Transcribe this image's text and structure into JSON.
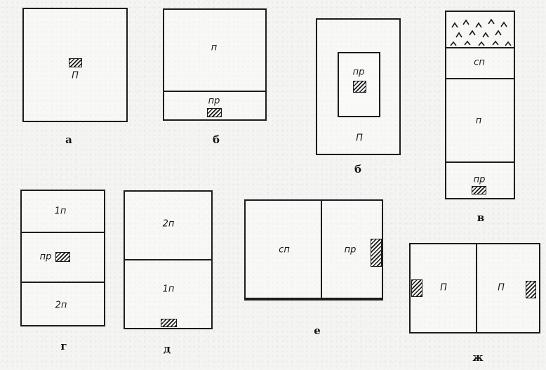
{
  "colors": {
    "line": "#1d1d1d",
    "hatch": "#1a1a1a",
    "background": "#f4f4f2"
  },
  "diagrams": {
    "a": {
      "caption": "а",
      "label": "П"
    },
    "b1": {
      "caption": "б",
      "upper": "п",
      "lower": "пр"
    },
    "b2": {
      "caption": "б",
      "inner": "пр",
      "outer": "П"
    },
    "v": {
      "caption": "в",
      "top": "сп",
      "middle": "п",
      "bottom": "пр"
    },
    "g": {
      "caption": "г",
      "top": "1п",
      "middle": "пр",
      "bottom": "2п"
    },
    "d": {
      "caption": "д",
      "upper": "2п",
      "lower": "1п"
    },
    "e": {
      "caption": "е",
      "left": "сп",
      "right": "пр"
    },
    "zh": {
      "caption": "ж",
      "left": "П",
      "right": "П"
    }
  }
}
